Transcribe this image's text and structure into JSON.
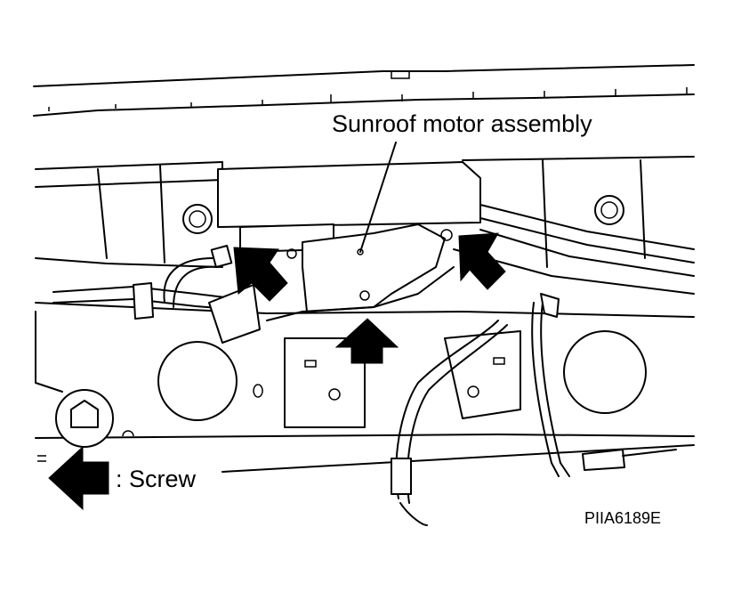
{
  "labels": {
    "motor_callout": "Sunroof motor assembly",
    "legend_text": ": Screw",
    "figure_code": "PIIA6189E"
  },
  "colors": {
    "line": "#000000",
    "background": "#ffffff",
    "arrow_fill": "#000000"
  },
  "icons": {
    "screw_arrow": "arrow-icon",
    "legend_arrow": "left-arrow-icon"
  }
}
